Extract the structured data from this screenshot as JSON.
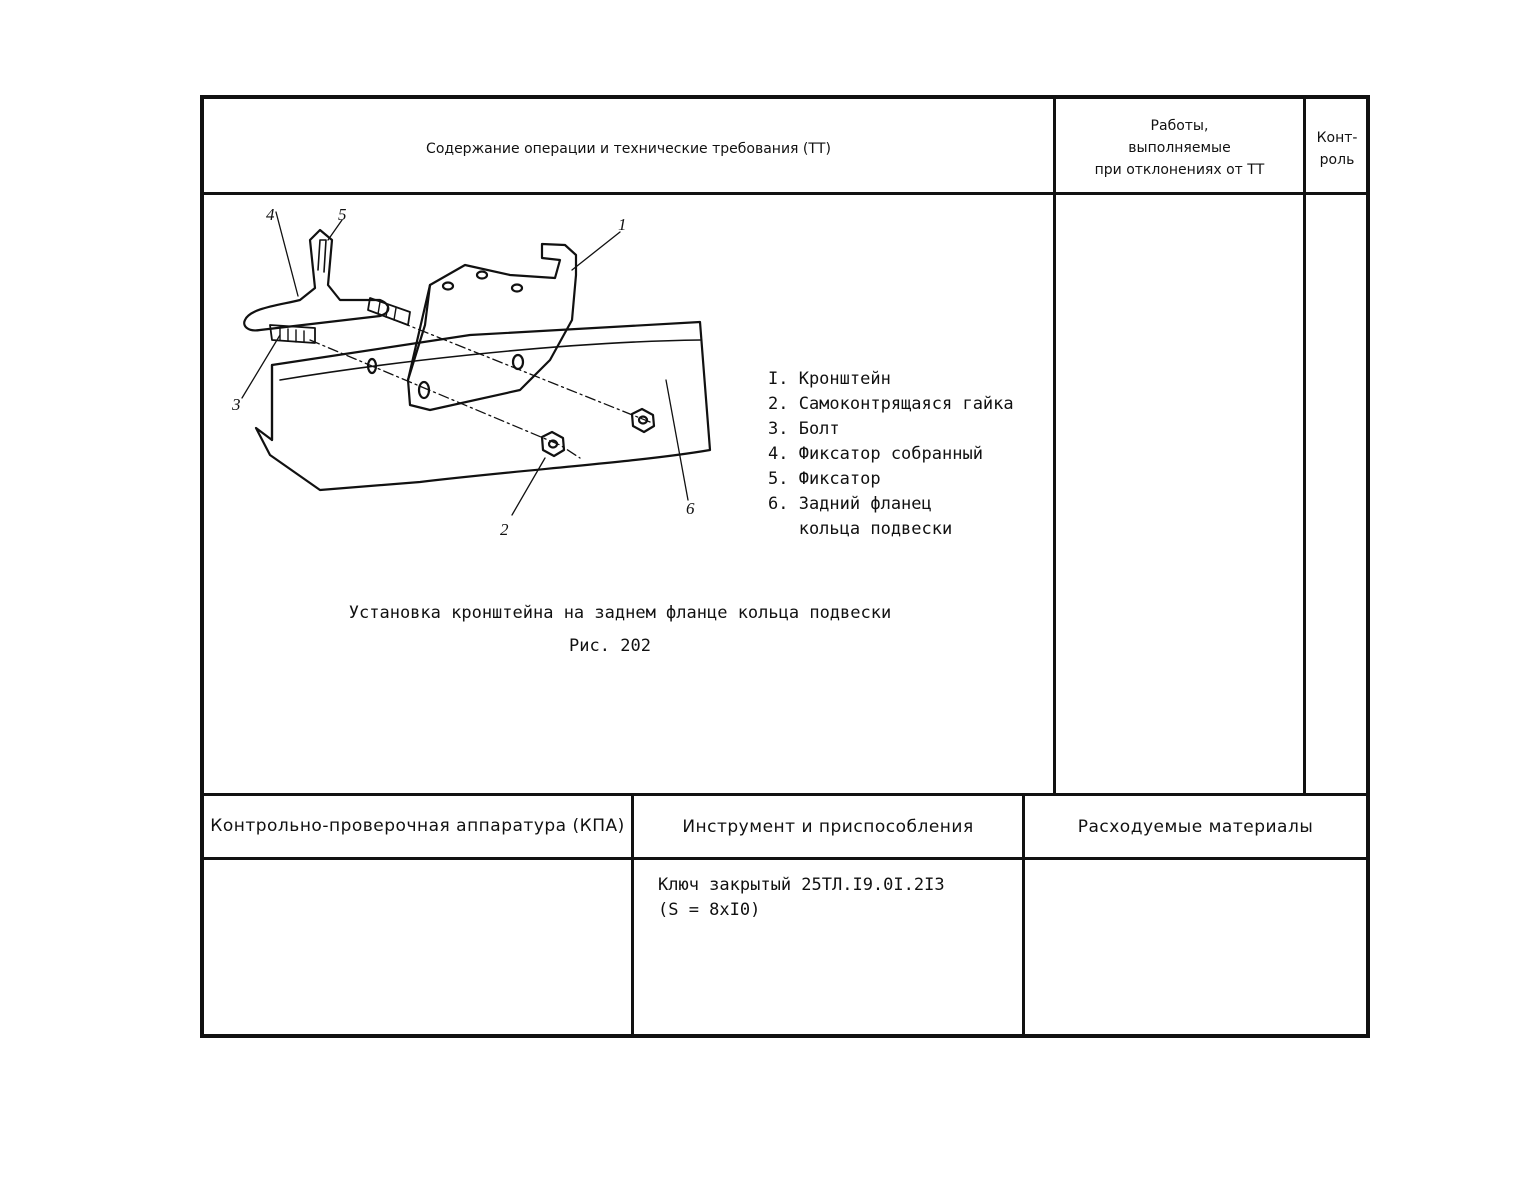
{
  "header": {
    "operation": "Содержание операции и технические требования (ТТ)",
    "deviation_works_lines": [
      "Работы,",
      "выполняемые",
      "при отклонениях от ТТ"
    ],
    "control_lines": [
      "Конт-",
      "роль"
    ]
  },
  "figure": {
    "callouts": [
      "1",
      "2",
      "3",
      "4",
      "5",
      "6"
    ],
    "legend": [
      "I. Кронштейн",
      "2. Самоконтрящаяся гайка",
      "3. Болт",
      "4. Фиксатор собранный",
      "5. Фиксатор",
      "6. Задний фланец",
      "   кольца подвески"
    ],
    "title": "Установка кронштейна на заднем фланце кольца подвески",
    "number": "Рис. 202"
  },
  "bottom": {
    "kpa_header": "Контрольно-проверочная аппаратура (КПА)",
    "tools_header": "Инструмент и приспособления",
    "materials_header": "Расходуемые материалы",
    "kpa_value": "",
    "tools_lines": [
      "Ключ закрытый 25ТЛ.I9.0I.2I3",
      "(S = 8xI0)"
    ],
    "materials_value": ""
  }
}
